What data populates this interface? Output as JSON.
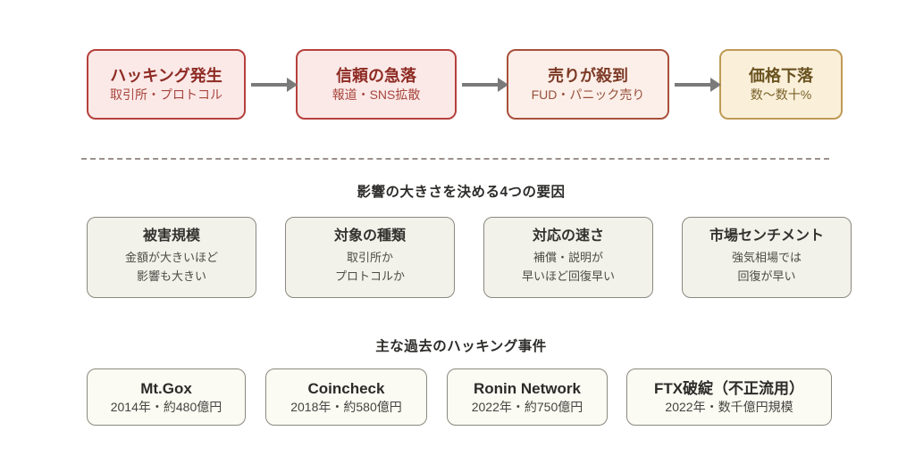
{
  "page": {
    "background": "#ffffff",
    "arrow_color": "#7a7a7a",
    "divider_color": "#9b918d"
  },
  "flow": {
    "steps": [
      {
        "title": "ハッキング発生",
        "subtitle": "取引所・プロトコル",
        "fill": "#fbe9e8",
        "border": "#b5413c",
        "title_color": "#8e2b23",
        "subtitle_color": "#a8463d"
      },
      {
        "title": "信頼の急落",
        "subtitle": "報道・SNS拡散",
        "fill": "#fbe9e8",
        "border": "#b5413c",
        "title_color": "#8e2b23",
        "subtitle_color": "#a8463d"
      },
      {
        "title": "売りが殺到",
        "subtitle": "FUD・パニック売り",
        "fill": "#fcefe9",
        "border": "#a8503c",
        "title_color": "#7c3a26",
        "subtitle_color": "#96503a"
      },
      {
        "title": "価格下落",
        "subtitle": "数〜数十%",
        "fill": "#faf0da",
        "border": "#bf9a55",
        "title_color": "#6a5220",
        "subtitle_color": "#7a6128"
      }
    ]
  },
  "factors": {
    "heading": "影響の大きさを決める4つの要因",
    "items": [
      {
        "title": "被害規模",
        "lines": [
          "金額が大きいほど",
          "影響も大きい"
        ]
      },
      {
        "title": "対象の種類",
        "lines": [
          "取引所か",
          "プロトコルか"
        ]
      },
      {
        "title": "対応の速さ",
        "lines": [
          "補償・説明が",
          "早いほど回復早い"
        ]
      },
      {
        "title": "市場センチメント",
        "lines": [
          "強気相場では",
          "回復が早い"
        ]
      }
    ]
  },
  "incidents": {
    "heading": "主な過去のハッキング事件",
    "items": [
      {
        "title": "Mt.Gox",
        "subtitle": "2014年・約480億円"
      },
      {
        "title": "Coincheck",
        "subtitle": "2018年・約580億円"
      },
      {
        "title": "Ronin Network",
        "subtitle": "2022年・約750億円"
      },
      {
        "title": "FTX破綻（不正流用）",
        "subtitle": "2022年・数千億円規模"
      }
    ]
  }
}
